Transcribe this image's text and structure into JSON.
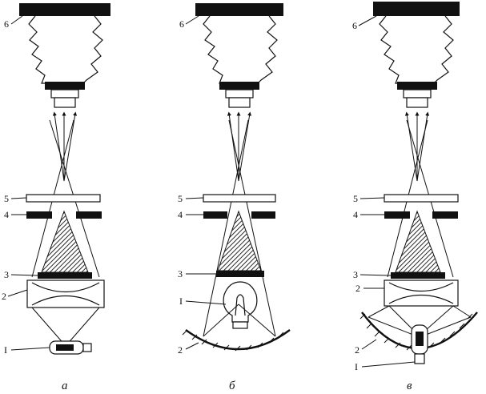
{
  "panels": [
    {
      "caption": "а",
      "labels": {
        "six": "6",
        "five": "5",
        "four": "4",
        "three": "3",
        "two": "2",
        "one": "I"
      }
    },
    {
      "caption": "б",
      "labels": {
        "six": "6",
        "five": "5",
        "four": "4",
        "three": "3",
        "one": "I",
        "two": "2"
      }
    },
    {
      "caption": "в",
      "labels": {
        "six": "6",
        "five": "5",
        "four": "4",
        "three": "3",
        "two_top": "2",
        "two_bottom": "2",
        "one": "I"
      }
    }
  ]
}
